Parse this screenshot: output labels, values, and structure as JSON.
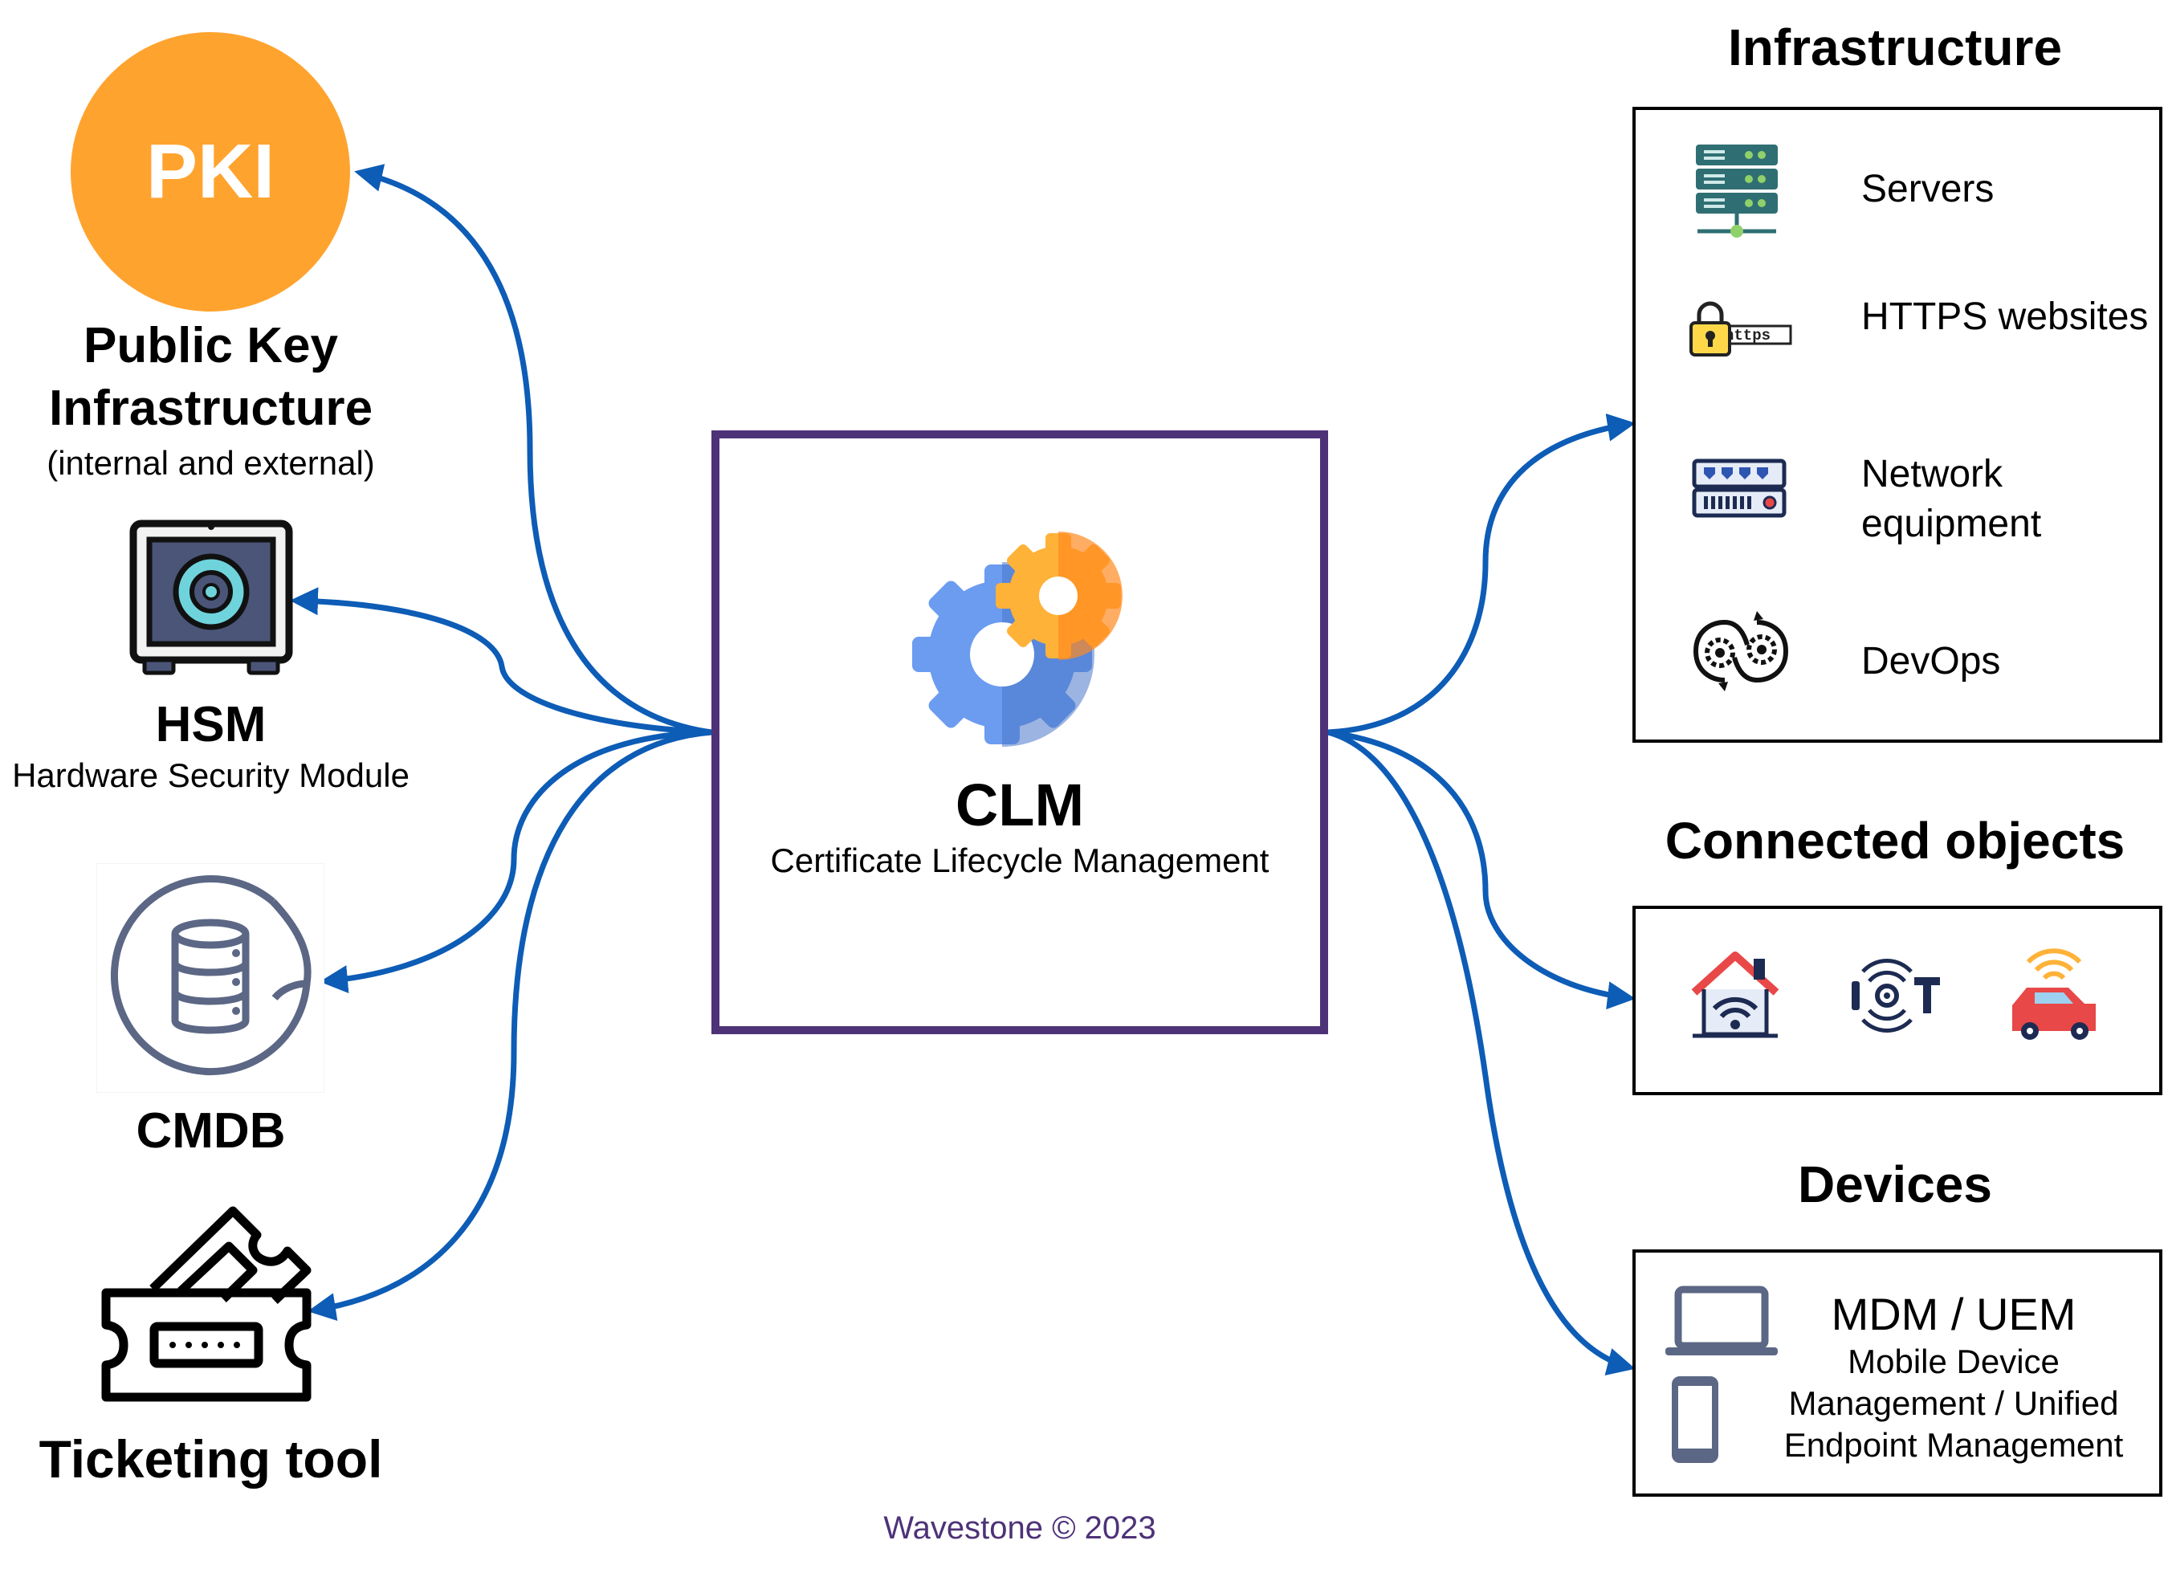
{
  "colors": {
    "accent_purple": "#4e3278",
    "arrow_blue": "#0d5cb6",
    "pki_orange": "#ffa32f"
  },
  "left": {
    "pki": {
      "icon_text": "PKI",
      "title": "Public Key Infrastructure",
      "subtitle": "(internal and external)"
    },
    "hsm": {
      "icon": "safe-vault-icon",
      "title": "HSM",
      "subtitle": "Hardware Security Module"
    },
    "cmdb": {
      "icon": "database-icon",
      "title": "CMDB"
    },
    "ticketing": {
      "icon": "ticket-icon",
      "title": "Ticketing tool"
    }
  },
  "center": {
    "icon": "gears-icon",
    "title": "CLM",
    "subtitle": "Certificate Lifecycle Management"
  },
  "right": {
    "infrastructure": {
      "title": "Infrastructure",
      "items": [
        {
          "icon": "server-icon",
          "label": "Servers"
        },
        {
          "icon": "https-lock-icon",
          "label": "HTTPS websites"
        },
        {
          "icon": "network-switch-icon",
          "label": "Network equipment"
        },
        {
          "icon": "devops-gears-icon",
          "label": "DevOps"
        }
      ]
    },
    "connected_objects": {
      "title": "Connected objects",
      "items": [
        {
          "icon": "smart-home-icon"
        },
        {
          "icon": "iot-icon"
        },
        {
          "icon": "connected-car-icon"
        }
      ]
    },
    "devices": {
      "title": "Devices",
      "icons": [
        "laptop-icon",
        "smartphone-icon"
      ],
      "label": "MDM / UEM",
      "sublabel": "Mobile Device Management / Unified Endpoint Management"
    }
  },
  "footer": "Wavestone © 2023"
}
